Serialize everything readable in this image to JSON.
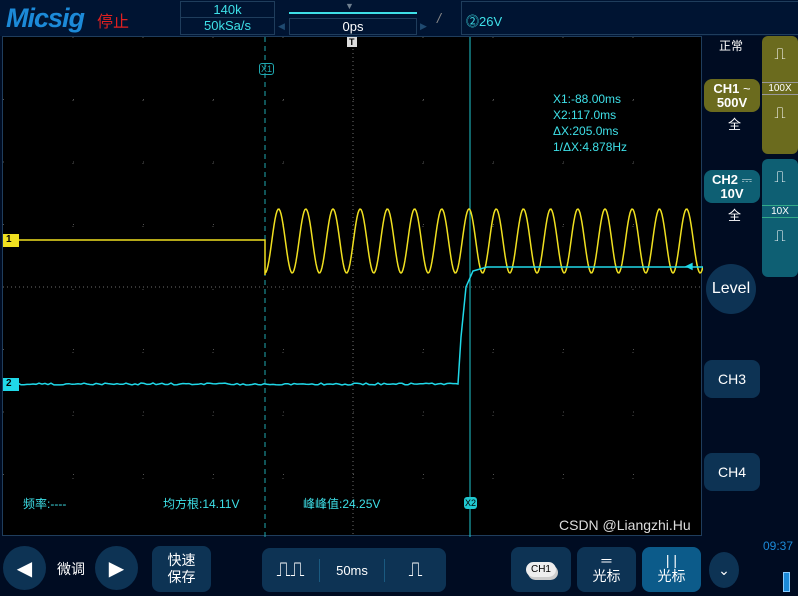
{
  "header": {
    "brand": "Micsig",
    "run_state": "停止",
    "memory_depth": "140k",
    "sample_rate": "50kSa/s",
    "trigger_position": "0ps",
    "trigger_level": "⓶26V"
  },
  "plot": {
    "ch1_marker": "1",
    "ch2_marker": "2",
    "x1_label": "X1",
    "x2_label": "X2",
    "trigger_marker": "T"
  },
  "cursor_readout": {
    "x1": "X1:-88.00ms",
    "x2": "X2:117.0ms",
    "dx": "ΔX:205.0ms",
    "inv_dx": "1/ΔX:4.878Hz"
  },
  "measurements": {
    "freq": "频率:----",
    "rms": "均方根:14.11V",
    "pkpk": "峰峰值:24.25V"
  },
  "right_panel": {
    "trigger_mode": "正常",
    "ch1": {
      "name": "CH1",
      "coupling": "~",
      "scale": "500V",
      "bw": "全",
      "probe": "100X",
      "color": "#6b6b1e"
    },
    "ch2": {
      "name": "CH2",
      "coupling": "⎓",
      "scale": "10V",
      "bw": "全",
      "probe": "10X",
      "color": "#0e5f73"
    },
    "level": "Level",
    "ch3": "CH3",
    "ch4": "CH4",
    "time": "09:37"
  },
  "bottom": {
    "fine_tune": "微调",
    "quick_save_1": "快速",
    "quick_save_2": "保存",
    "timebase": "50ms",
    "ch1_select": "CH1",
    "cursor_h": "光标",
    "cursor_v": "光标",
    "watermark": "CSDN @Liangzhi.Hu"
  },
  "colors": {
    "ch1": "#f0e020",
    "ch2": "#20d8e8",
    "accent": "#0d3354"
  }
}
